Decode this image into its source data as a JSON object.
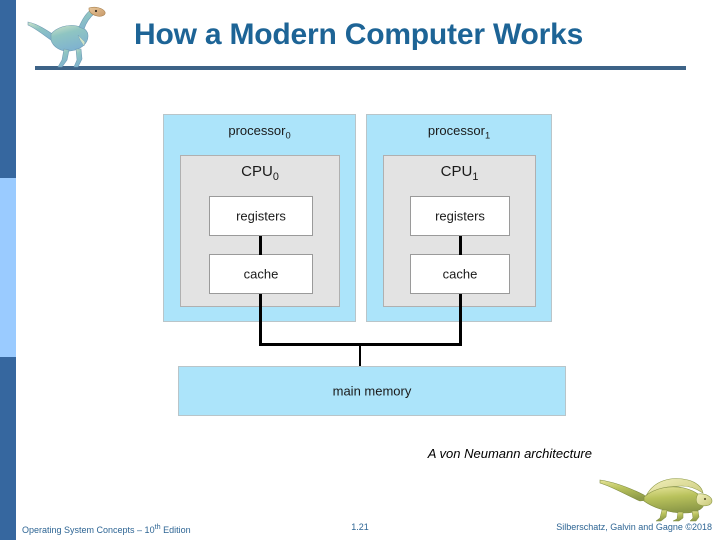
{
  "slide": {
    "title": "How a Modern Computer Works",
    "title_color": "#1d6496",
    "accent_rule_color": "#3d6387",
    "sidebar_colors": {
      "top": "#36679f",
      "middle": "#9acbff",
      "bottom": "#36679f"
    }
  },
  "logos": {
    "top_left": "dinosaur-logo",
    "bottom_right": "dinosaur-logo"
  },
  "diagram": {
    "type": "block-diagram",
    "caption": "A von Neumann architecture",
    "box_colors": {
      "processor": "#ace4fa",
      "cpu": "#e3e3e3",
      "leaf": "#ffffff",
      "memory": "#ace4fa",
      "connector": "#000000"
    },
    "processors": [
      {
        "label": "processor",
        "label_sub": "0",
        "cpu_label": "CPU",
        "cpu_label_sub": "0",
        "components": [
          "registers",
          "cache"
        ]
      },
      {
        "label": "processor",
        "label_sub": "1",
        "cpu_label": "CPU",
        "cpu_label_sub": "1",
        "components": [
          "registers",
          "cache"
        ]
      }
    ],
    "memory": {
      "label": "main memory"
    }
  },
  "footer": {
    "left_prefix": "Operating System Concepts – 10",
    "left_sup": "th",
    "left_suffix": " Edition",
    "page_number": "1.21",
    "right": "Silberschatz, Galvin and Gagne ©2018"
  }
}
